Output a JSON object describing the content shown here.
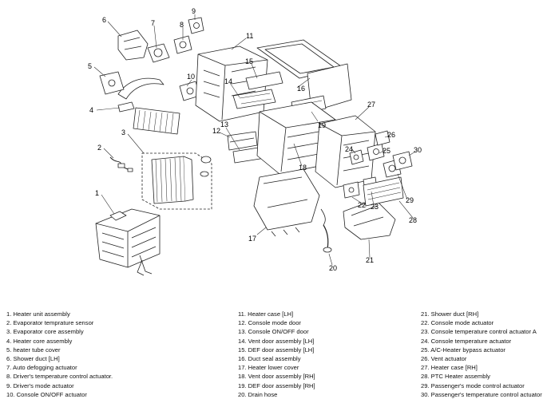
{
  "callouts": [
    "1",
    "2",
    "3",
    "4",
    "5",
    "6",
    "7",
    "8",
    "9",
    "10",
    "11",
    "12",
    "13",
    "14",
    "15",
    "16",
    "17",
    "18",
    "19",
    "20",
    "21",
    "22",
    "23",
    "24",
    "25",
    "26",
    "27",
    "28",
    "29",
    "30"
  ],
  "legend": {
    "col1": [
      "1. Heater unit assembly",
      "2. Evaporator temprature sensor",
      "3. Evaporator core assembly",
      "4. Heater core assembly",
      "5. heater tube cover",
      "6. Shower duct [LH]",
      "7. Auto defogging actuator",
      "8. Driver's temperature control actuator.",
      "9. Driver's mode actuator",
      "10. Console ON/OFF actuator"
    ],
    "col2": [
      "11. Heater case [LH]",
      "12. Console mode door",
      "13. Console ON/OFF door",
      "14. Vent door assembly [LH]",
      "15. DEF door assembly [LH]",
      "16. Duct seal assembly",
      "17. Heater lower cover",
      "18. Vent door assembly [RH]",
      "19. DEF door assembly [RH]",
      "20. Drain hose"
    ],
    "col3": [
      "21. Shower duct [RH]",
      "22. Console mode actuator",
      "23. Console temperature control actuator A",
      "24. Console temperature actuator",
      "25. A/C-Heater bypass actuator",
      "26. Vent actuator",
      "27. Heater case [RH]",
      "28. PTC Heater assembly",
      "29. Passenger's mode control actuator",
      "30. Passenger's temperature control actuator"
    ]
  }
}
